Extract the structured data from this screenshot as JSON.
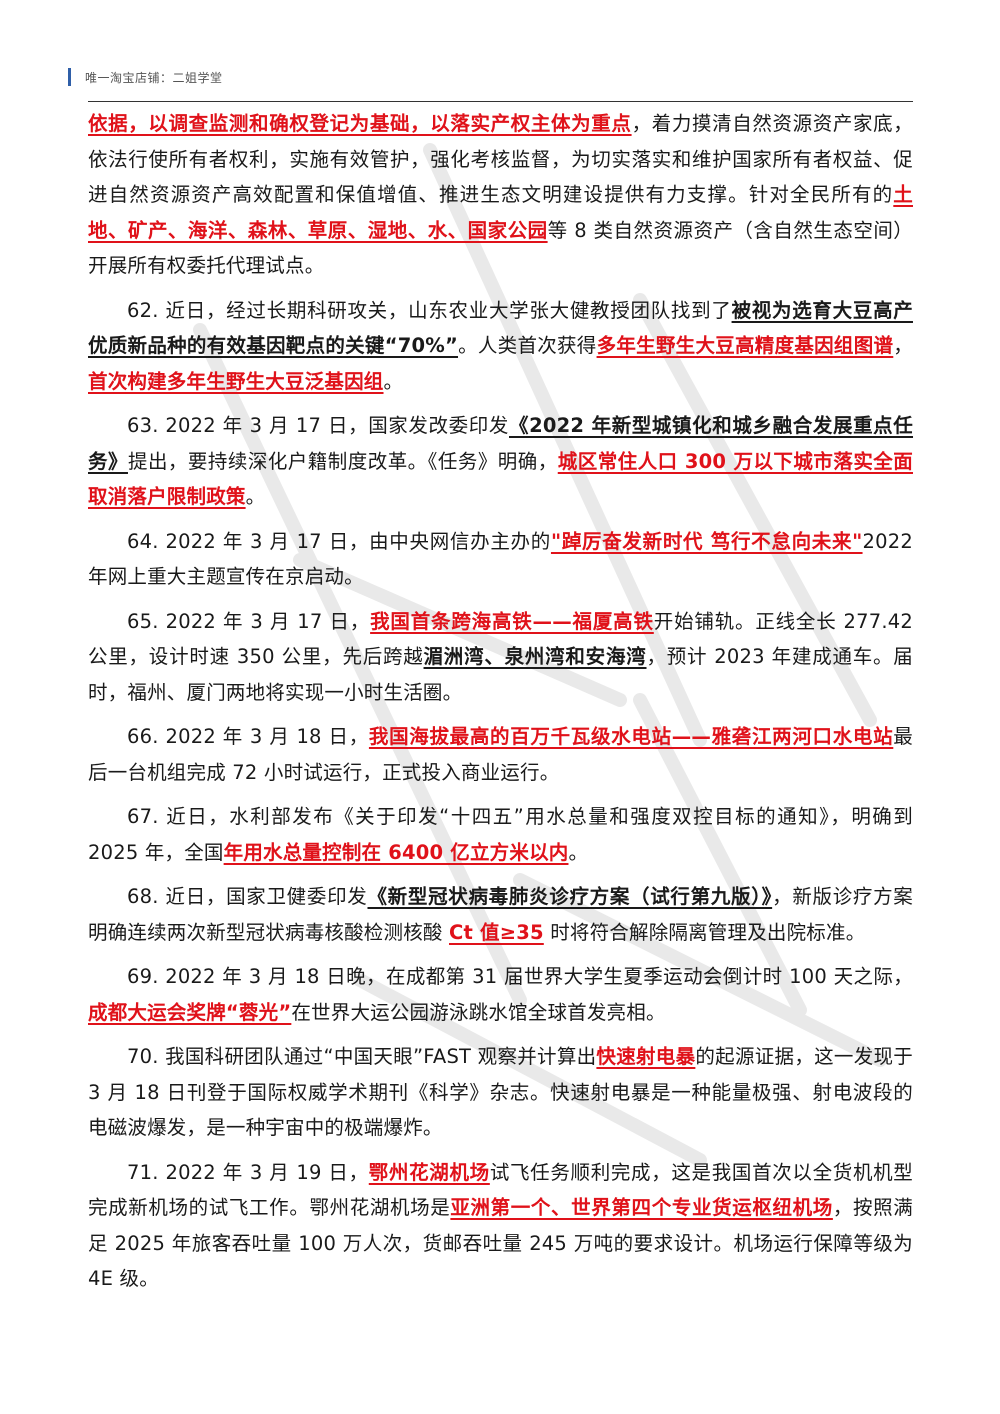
{
  "header": {
    "text": "唯一淘宝店铺：二姐学堂"
  },
  "paragraphs": [
    {
      "segments": [
        {
          "t": "依据，以调查监测和确权登记为基础，以落实产权主体为重点",
          "s": "r"
        },
        {
          "t": "，着力摸清自然资源资产家底，依法行使所有者权利，实施有效管护，强化考核监督，为切实落实和维护国家所有者权益、促进自然资源资产高效配置和保值增值、推进生态文明建设提供有力支撑。针对全民所有的",
          "s": "n"
        },
        {
          "t": "土地、矿产、海洋、森林、草原、湿地、水、国家公园",
          "s": "r"
        },
        {
          "t": "等 8 类自然资源资产（含自然生态空间）开展所有权委托代理试点。",
          "s": "n"
        }
      ]
    },
    {
      "segments": [
        {
          "t": "62. 近日，经过长期科研攻关，山东农业大学张大健教授团队找到了",
          "s": "n"
        },
        {
          "t": "被视为选育大豆高产优质新品种的有效基因靶点的关键“70%”",
          "s": "k"
        },
        {
          "t": "。人类首次获得",
          "s": "n"
        },
        {
          "t": "多年生野生大豆高精度基因组图谱",
          "s": "r"
        },
        {
          "t": "，",
          "s": "n"
        },
        {
          "t": "首次构建多年生野生大豆泛基因组",
          "s": "r"
        },
        {
          "t": "。",
          "s": "n"
        }
      ]
    },
    {
      "segments": [
        {
          "t": "63. 2022 年 3 月 17 日，国家发改委印发",
          "s": "n"
        },
        {
          "t": "《2022 年新型城镇化和城乡融合发展重点任务》",
          "s": "k"
        },
        {
          "t": "提出，要持续深化户籍制度改革。《任务》明确，",
          "s": "n"
        },
        {
          "t": "城区常住人口 300 万以下城市落实全面取消落户限制政策",
          "s": "r"
        },
        {
          "t": "。",
          "s": "n"
        }
      ]
    },
    {
      "segments": [
        {
          "t": "64. 2022 年 3 月 17 日，由中央网信办主办的",
          "s": "n"
        },
        {
          "t": "\"踔厉奋发新时代 笃行不怠向未来\"",
          "s": "r"
        },
        {
          "t": "2022 年网上重大主题宣传在京启动。",
          "s": "n"
        }
      ]
    },
    {
      "segments": [
        {
          "t": "65. 2022 年 3 月 17 日，",
          "s": "n"
        },
        {
          "t": "我国首条跨海高铁——福厦高铁",
          "s": "r"
        },
        {
          "t": "开始铺轨。正线全长 277.42 公里，设计时速 350 公里，先后跨越",
          "s": "n"
        },
        {
          "t": "湄洲湾、泉州湾和安海湾",
          "s": "k"
        },
        {
          "t": "，预计 2023 年建成通车。届时，福州、厦门两地将实现一小时生活圈。",
          "s": "n"
        }
      ]
    },
    {
      "segments": [
        {
          "t": "66. 2022 年 3 月 18 日，",
          "s": "n"
        },
        {
          "t": "我国海拔最高的百万千瓦级水电站——雅砻江两河口水电站",
          "s": "r"
        },
        {
          "t": "最后一台机组完成 72 小时试运行，正式投入商业运行。",
          "s": "n"
        }
      ]
    },
    {
      "segments": [
        {
          "t": "67. 近日，水利部发布《关于印发“十四五”用水总量和强度双控目标的通知》，明确到 2025 年，全国",
          "s": "n"
        },
        {
          "t": "年用水总量控制在 6400 亿立方米以内",
          "s": "r"
        },
        {
          "t": "。",
          "s": "n"
        }
      ]
    },
    {
      "segments": [
        {
          "t": "68. 近日，国家卫健委印发",
          "s": "n"
        },
        {
          "t": "《新型冠状病毒肺炎诊疗方案（试行第九版）》",
          "s": "k"
        },
        {
          "t": "，新版诊疗方案明确连续两次新型冠状病毒核酸检测核酸 ",
          "s": "n"
        },
        {
          "t": "Ct 值≥35",
          "s": "r"
        },
        {
          "t": " 时将符合解除隔离管理及出院标准。",
          "s": "n"
        }
      ]
    },
    {
      "segments": [
        {
          "t": "69. 2022 年 3 月 18 日晚，在成都第 31 届世界大学生夏季运动会倒计时 100 天之际，",
          "s": "n"
        },
        {
          "t": "成都大运会奖牌“蓉光”",
          "s": "r"
        },
        {
          "t": "在世界大运公园游泳跳水馆全球首发亮相。",
          "s": "n"
        }
      ]
    },
    {
      "segments": [
        {
          "t": "70. 我国科研团队通过“中国天眼”FAST 观察并计算出",
          "s": "n"
        },
        {
          "t": "快速射电暴",
          "s": "r"
        },
        {
          "t": "的起源证据，这一发现于 3 月 18 日刊登于国际权威学术期刊《科学》杂志。快速射电暴是一种能量极强、射电波段的电磁波爆发，是一种宇宙中的极端爆炸。",
          "s": "n"
        }
      ]
    },
    {
      "segments": [
        {
          "t": "71. 2022 年 3 月 19 日，",
          "s": "n"
        },
        {
          "t": "鄂州花湖机场",
          "s": "r"
        },
        {
          "t": "试飞任务顺利完成，这是我国首次以全货机机型完成新机场的试飞工作。鄂州花湖机场是",
          "s": "n"
        },
        {
          "t": "亚洲第一个、世界第四个专业货运枢纽机场",
          "s": "r"
        },
        {
          "t": "，按照满足 2025 年旅客吞吐量 100 万人次，货邮吞吐量 245 万吨的要求设计。机场运行保障等级为 4E 级。",
          "s": "n"
        }
      ]
    }
  ]
}
